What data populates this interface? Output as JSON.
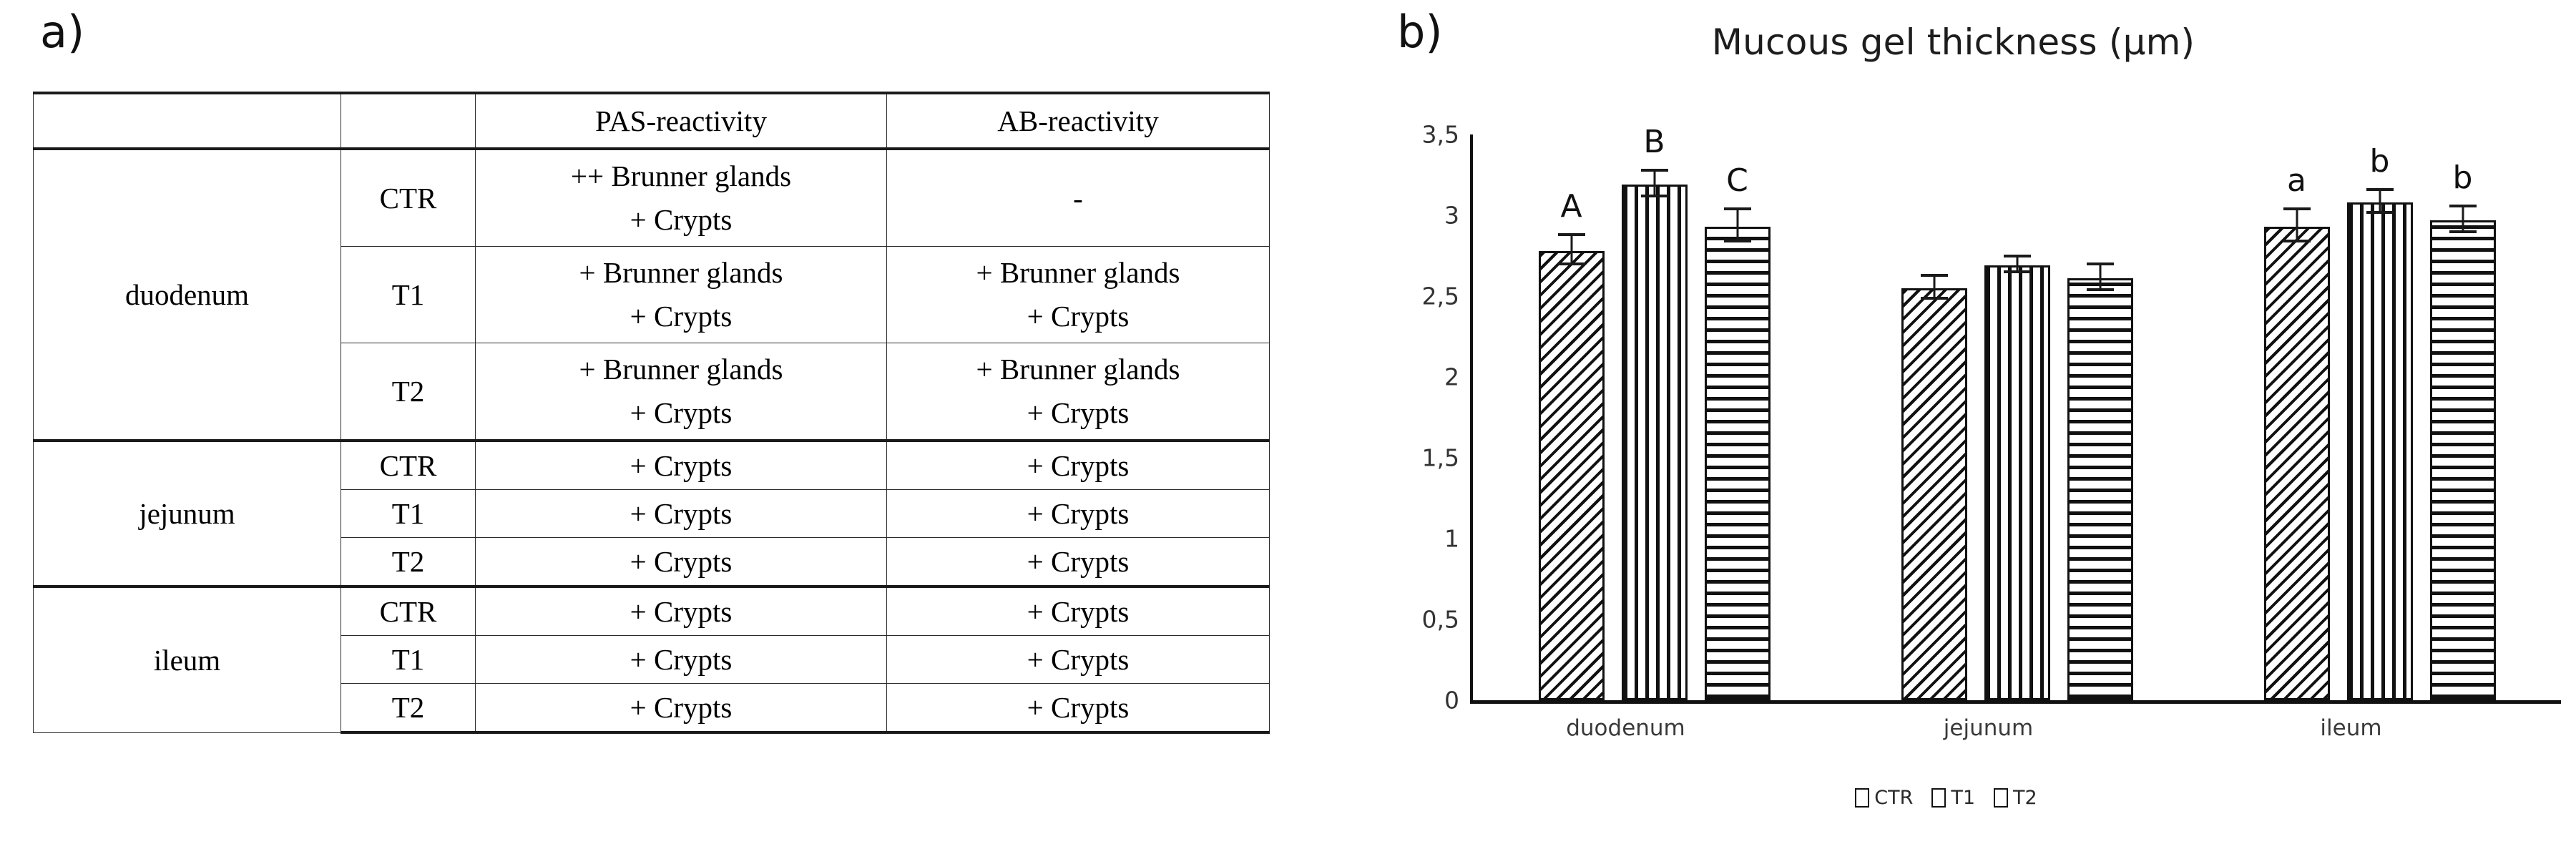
{
  "panels": {
    "a_label": "a)",
    "b_label": "b)"
  },
  "table": {
    "headers": [
      "",
      "",
      "PAS-reactivity",
      "AB-reactivity"
    ],
    "rows": [
      {
        "organ": "duodenum",
        "group": "CTR",
        "pas": "++ Brunner glands\n+ Crypts",
        "ab": "-"
      },
      {
        "organ": "duodenum",
        "group": "T1",
        "pas": "+ Brunner glands\n+ Crypts",
        "ab": "+ Brunner glands\n+ Crypts"
      },
      {
        "organ": "duodenum",
        "group": "T2",
        "pas": "+ Brunner glands\n+ Crypts",
        "ab": "+ Brunner glands\n+ Crypts"
      },
      {
        "organ": "jejunum",
        "group": "CTR",
        "pas": "+ Crypts",
        "ab": "+ Crypts"
      },
      {
        "organ": "jejunum",
        "group": "T1",
        "pas": "+ Crypts",
        "ab": "+ Crypts"
      },
      {
        "organ": "jejunum",
        "group": "T2",
        "pas": "+ Crypts",
        "ab": "+ Crypts"
      },
      {
        "organ": "ileum",
        "group": "CTR",
        "pas": "+ Crypts",
        "ab": "+ Crypts"
      },
      {
        "organ": "ileum",
        "group": "T1",
        "pas": "+ Crypts",
        "ab": "+ Crypts"
      },
      {
        "organ": "ileum",
        "group": "T2",
        "pas": "+ Crypts",
        "ab": "+ Crypts"
      }
    ],
    "organ_labels": [
      "duodenum",
      "jejunum",
      "ileum"
    ],
    "cells": {
      "r0_pas_l1": "++ Brunner glands",
      "r0_pas_l2": "+ Crypts",
      "r0_ab": "-",
      "r1_pas_l1": "+ Brunner glands",
      "r1_pas_l2": "+ Crypts",
      "r1_ab_l1": "+ Brunner glands",
      "r1_ab_l2": "+ Crypts",
      "r2_pas_l1": "+ Brunner glands",
      "r2_pas_l2": "+ Crypts",
      "r2_ab_l1": "+ Brunner glands",
      "r2_ab_l2": "+ Crypts",
      "crypts": "+ Crypts",
      "g_ctr": "CTR",
      "g_t1": "T1",
      "g_t2": "T2",
      "h_pas": "PAS-reactivity",
      "h_ab": "AB-reactivity"
    }
  },
  "chart_data": {
    "type": "bar",
    "title": "Mucous gel thickness (μm)",
    "xlabel": "",
    "ylabel": "",
    "ylim": [
      0,
      3.5
    ],
    "ytick_labels": [
      "3,5",
      "3",
      "2,5",
      "2",
      "1,5",
      "1",
      "0,5",
      "0"
    ],
    "ytick_values": [
      3.5,
      3,
      2.5,
      2,
      1.5,
      1,
      0.5,
      0
    ],
    "grid": false,
    "legend_position": "bottom",
    "categories": [
      "duodenum",
      "jejunum",
      "ileum"
    ],
    "series": [
      {
        "name": "CTR",
        "pattern": "diagonal-hatch",
        "values": [
          2.78,
          2.55,
          2.93
        ],
        "errors": [
          0.09,
          0.07,
          0.1
        ],
        "annotations": [
          "A",
          "",
          "a"
        ]
      },
      {
        "name": "T1",
        "pattern": "vertical-lines",
        "values": [
          3.19,
          2.69,
          3.08
        ],
        "errors": [
          0.08,
          0.05,
          0.07
        ],
        "annotations": [
          "B",
          "",
          "b"
        ]
      },
      {
        "name": "T2",
        "pattern": "horizontal-lines",
        "values": [
          2.93,
          2.61,
          2.97
        ],
        "errors": [
          0.1,
          0.08,
          0.08
        ],
        "annotations": [
          "C",
          "",
          "b"
        ]
      }
    ],
    "legend": [
      "CTR",
      "T1",
      "T2"
    ]
  }
}
